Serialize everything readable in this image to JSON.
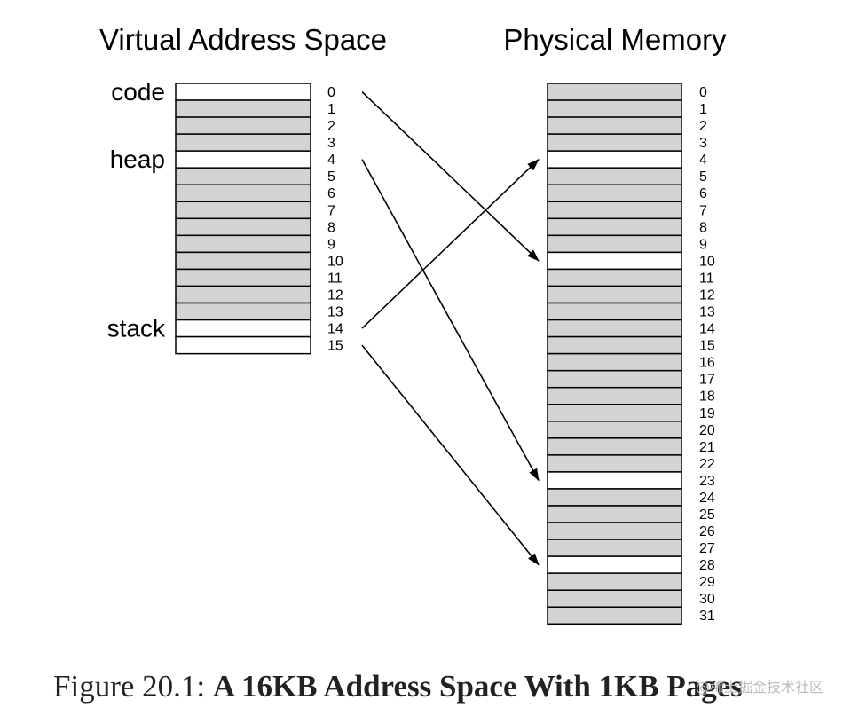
{
  "virtual": {
    "title": "Virtual Address Space",
    "page_count": 16,
    "used_pages": [
      0,
      4,
      14,
      15
    ],
    "segments": [
      {
        "label": "code",
        "page": 0
      },
      {
        "label": "heap",
        "page": 4
      },
      {
        "label": "stack",
        "page": 14
      }
    ]
  },
  "physical": {
    "title": "Physical Memory",
    "page_count": 32,
    "used_pages": [
      4,
      10,
      23,
      28
    ]
  },
  "mappings": [
    {
      "virtual_page": 0,
      "physical_page": 10
    },
    {
      "virtual_page": 4,
      "physical_page": 23
    },
    {
      "virtual_page": 14,
      "physical_page": 4
    },
    {
      "virtual_page": 15,
      "physical_page": 28
    }
  ],
  "colors": {
    "free_page": "#d3d3d3",
    "used_page": "#ffffff",
    "outline": "#000000"
  },
  "caption": {
    "prefix": "Figure 20.1: ",
    "title": "A 16KB Address Space With 1KB Pages"
  },
  "watermark": "@稀土掘金技术社区"
}
